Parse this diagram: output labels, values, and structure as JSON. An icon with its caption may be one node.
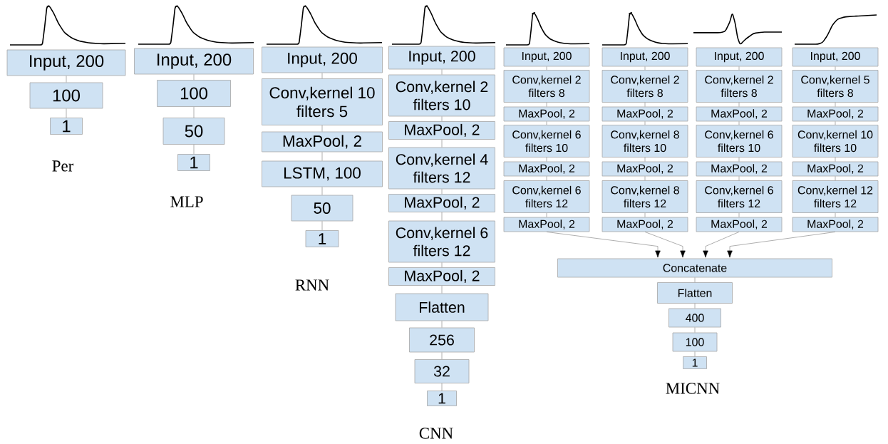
{
  "diagram": {
    "nodes": [
      {
        "text": [
          "Input, 200"
        ]
      },
      {
        "text": [
          "100"
        ]
      },
      {
        "text": [
          "1"
        ]
      },
      {
        "text": [
          "Input, 200"
        ]
      },
      {
        "text": [
          "100"
        ]
      },
      {
        "text": [
          "50"
        ]
      },
      {
        "text": [
          "1"
        ]
      },
      {
        "text": [
          "Input, 200"
        ]
      },
      {
        "text": [
          "Conv,kernel 10 filters 5"
        ]
      },
      {
        "text": [
          "MaxPool, 2"
        ]
      },
      {
        "text": [
          "LSTM, 100"
        ]
      },
      {
        "text": [
          "50"
        ]
      },
      {
        "text": [
          "1"
        ]
      },
      {
        "text": [
          "Input, 200"
        ]
      },
      {
        "text": [
          "Conv,kernel 2 filters 10"
        ]
      },
      {
        "text": [
          "MaxPool, 2"
        ]
      },
      {
        "text": [
          "Conv,kernel 4 filters 12"
        ]
      },
      {
        "text": [
          "MaxPool, 2"
        ]
      },
      {
        "text": [
          "Conv,kernel 6 filters 12"
        ]
      },
      {
        "text": [
          "MaxPool, 2"
        ]
      },
      {
        "text": [
          "Flatten"
        ]
      },
      {
        "text": [
          "256"
        ]
      },
      {
        "text": [
          "32"
        ]
      },
      {
        "text": [
          "1"
        ]
      },
      {
        "text": [
          "Input, 200"
        ]
      },
      {
        "text": [
          "Conv,kernel 2 filters 8"
        ]
      },
      {
        "text": [
          "MaxPool, 2"
        ]
      },
      {
        "text": [
          "Conv,kernel 6 filters 10"
        ]
      },
      {
        "text": [
          "MaxPool, 2"
        ]
      },
      {
        "text": [
          "Conv,kernel 6 filters 12"
        ]
      },
      {
        "text": [
          "MaxPool, 2"
        ]
      },
      {
        "text": [
          "Input, 200"
        ]
      },
      {
        "text": [
          "Conv,kernel 2 filters 8"
        ]
      },
      {
        "text": [
          "MaxPool, 2"
        ]
      },
      {
        "text": [
          "Conv,kernel 8 filters 10"
        ]
      },
      {
        "text": [
          "MaxPool, 2"
        ]
      },
      {
        "text": [
          "Conv,kernel 8 filters 12"
        ]
      },
      {
        "text": [
          "MaxPool, 2"
        ]
      },
      {
        "text": [
          "Input, 200"
        ]
      },
      {
        "text": [
          "Conv,kernel 2 filters 8"
        ]
      },
      {
        "text": [
          "MaxPool, 2"
        ]
      },
      {
        "text": [
          "Conv,kernel 6 filters 10"
        ]
      },
      {
        "text": [
          "MaxPool, 2"
        ]
      },
      {
        "text": [
          "Conv,kernel 6 filters 12"
        ]
      },
      {
        "text": [
          "MaxPool, 2"
        ]
      },
      {
        "text": [
          "Input, 200"
        ]
      },
      {
        "text": [
          "Conv,kernel 5 filters 8"
        ]
      },
      {
        "text": [
          "MaxPool, 2"
        ]
      },
      {
        "text": [
          "Conv,kernel 10 filters 10"
        ]
      },
      {
        "text": [
          "MaxPool, 2"
        ]
      },
      {
        "text": [
          "Conv,kernel 12 filters 12"
        ]
      },
      {
        "text": [
          "MaxPool, 2"
        ]
      },
      {
        "text": [
          "Concatenate"
        ]
      },
      {
        "text": [
          "Flatten"
        ]
      },
      {
        "text": [
          "400"
        ]
      },
      {
        "text": [
          "100"
        ]
      },
      {
        "text": [
          "1"
        ]
      }
    ],
    "edges": [
      {
        "from": 0,
        "to": 1,
        "arrow": "none"
      },
      {
        "from": 1,
        "to": 2,
        "arrow": "none"
      },
      {
        "from": 3,
        "to": 4,
        "arrow": "none"
      },
      {
        "from": 4,
        "to": 5,
        "arrow": "none"
      },
      {
        "from": 5,
        "to": 6,
        "arrow": "none"
      },
      {
        "from": 7,
        "to": 8,
        "arrow": "none"
      },
      {
        "from": 8,
        "to": 9,
        "arrow": "none"
      },
      {
        "from": 9,
        "to": 10,
        "arrow": "none"
      },
      {
        "from": 10,
        "to": 11,
        "arrow": "none"
      },
      {
        "from": 11,
        "to": 12,
        "arrow": "none"
      },
      {
        "from": 13,
        "to": 14,
        "arrow": "none"
      },
      {
        "from": 14,
        "to": 15,
        "arrow": "none"
      },
      {
        "from": 15,
        "to": 16,
        "arrow": "none"
      },
      {
        "from": 16,
        "to": 17,
        "arrow": "none"
      },
      {
        "from": 17,
        "to": 18,
        "arrow": "none"
      },
      {
        "from": 18,
        "to": 19,
        "arrow": "none"
      },
      {
        "from": 19,
        "to": 20,
        "arrow": "none"
      },
      {
        "from": 20,
        "to": 21,
        "arrow": "none"
      },
      {
        "from": 21,
        "to": 22,
        "arrow": "none"
      },
      {
        "from": 22,
        "to": 23,
        "arrow": "none"
      },
      {
        "from": 24,
        "to": 25,
        "arrow": "none"
      },
      {
        "from": 25,
        "to": 26,
        "arrow": "none"
      },
      {
        "from": 26,
        "to": 27,
        "arrow": "none"
      },
      {
        "from": 27,
        "to": 28,
        "arrow": "none"
      },
      {
        "from": 28,
        "to": 29,
        "arrow": "none"
      },
      {
        "from": 29,
        "to": 30,
        "arrow": "none"
      },
      {
        "from": 31,
        "to": 32,
        "arrow": "none"
      },
      {
        "from": 32,
        "to": 33,
        "arrow": "none"
      },
      {
        "from": 33,
        "to": 34,
        "arrow": "none"
      },
      {
        "from": 34,
        "to": 35,
        "arrow": "none"
      },
      {
        "from": 35,
        "to": 36,
        "arrow": "none"
      },
      {
        "from": 36,
        "to": 37,
        "arrow": "none"
      },
      {
        "from": 38,
        "to": 39,
        "arrow": "none"
      },
      {
        "from": 39,
        "to": 40,
        "arrow": "none"
      },
      {
        "from": 40,
        "to": 41,
        "arrow": "none"
      },
      {
        "from": 41,
        "to": 42,
        "arrow": "none"
      },
      {
        "from": 42,
        "to": 43,
        "arrow": "none"
      },
      {
        "from": 43,
        "to": 44,
        "arrow": "none"
      },
      {
        "from": 45,
        "to": 46,
        "arrow": "none"
      },
      {
        "from": 46,
        "to": 47,
        "arrow": "none"
      },
      {
        "from": 47,
        "to": 48,
        "arrow": "none"
      },
      {
        "from": 48,
        "to": 49,
        "arrow": "none"
      },
      {
        "from": 49,
        "to": 50,
        "arrow": "none"
      },
      {
        "from": 50,
        "to": 51,
        "arrow": "none"
      },
      {
        "from": 30,
        "to": 52,
        "arrow": "to"
      },
      {
        "from": 37,
        "to": 52,
        "arrow": "to"
      },
      {
        "from": 44,
        "to": 52,
        "arrow": "to"
      },
      {
        "from": 51,
        "to": 52,
        "arrow": "to"
      },
      {
        "from": 52,
        "to": 53,
        "arrow": "none"
      },
      {
        "from": 53,
        "to": 54,
        "arrow": "none"
      },
      {
        "from": 54,
        "to": 55,
        "arrow": "none"
      },
      {
        "from": 55,
        "to": 56,
        "arrow": "none"
      }
    ],
    "labels": [
      "Per",
      "MLP",
      "RNN",
      "CNN",
      "MICNN"
    ]
  }
}
